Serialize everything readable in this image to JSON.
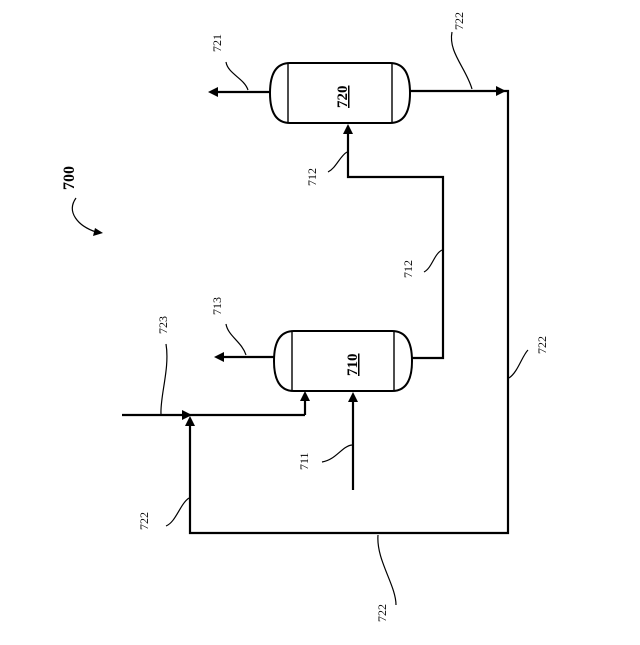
{
  "figure": {
    "number": "700"
  },
  "vessels": {
    "upper": {
      "label": "720"
    },
    "lower": {
      "label": "710"
    }
  },
  "streams": {
    "s721": "721",
    "s722_top": "722",
    "s722_right": "722",
    "s722_bottom": "722",
    "s722_left": "722",
    "s712_upper": "712",
    "s712_lower": "712",
    "s713": "713",
    "s723": "723",
    "s711": "711"
  }
}
